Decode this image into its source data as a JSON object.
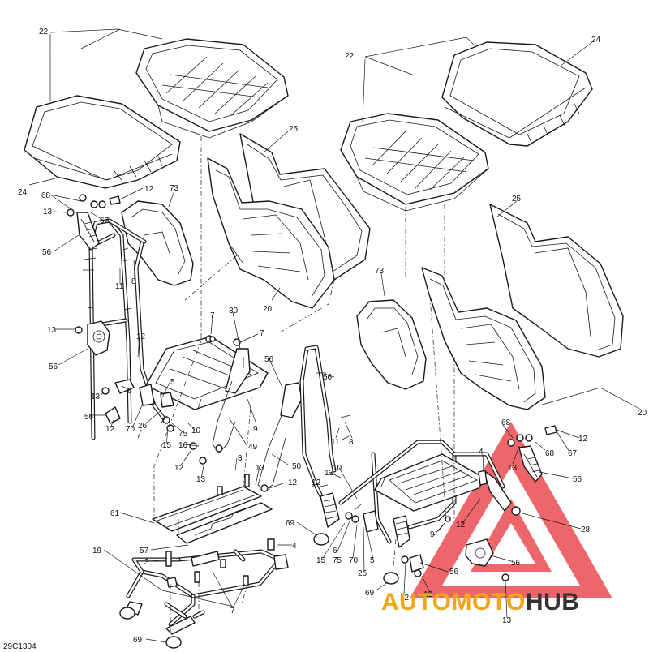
{
  "diagram": {
    "figure_code": "29C1304",
    "watermark": {
      "part1": "AUTOMOTO",
      "part2": "HUB"
    },
    "colors": {
      "line": "#1a1a1a",
      "watermark_red": "#e8343a",
      "watermark_orange": "#f2a516",
      "watermark_dark": "#333333"
    },
    "callouts": {
      "c22a": "22",
      "c22b": "22",
      "c24a": "24",
      "c24b": "24",
      "c25a": "25",
      "c25b": "25",
      "c20a": "20",
      "c20b": "20",
      "c73a": "73",
      "c73b": "73",
      "c68a": "68",
      "c68b": "68",
      "c68c": "68",
      "c67a": "67",
      "c67b": "67",
      "c12a": "12",
      "c12b": "12",
      "c12c": "12",
      "c12d": "12",
      "c12e": "12",
      "c12f": "12",
      "c12g": "12",
      "c12h": "12",
      "c13a": "13",
      "c13b": "13",
      "c13c": "13",
      "c13d": "13",
      "c13e": "13",
      "c13f": "13",
      "c13g": "13",
      "c56a": "56",
      "c56b": "56",
      "c56c": "56",
      "c56d": "56",
      "c56e": "56",
      "c56f": "56",
      "c56g": "56",
      "c11a": "11",
      "c11b": "11",
      "c8a": "8",
      "c8b": "8",
      "c7a": "7",
      "c7b": "7",
      "c7c": "7",
      "c30": "30",
      "c6a": "6",
      "c6b": "6",
      "c5a": "5",
      "c5b": "5",
      "c70a": "70",
      "c70b": "70",
      "c26a": "26",
      "c26b": "26",
      "c75a": "75",
      "c75b": "75",
      "c15a": "15",
      "c15b": "15",
      "c16": "16",
      "c10a": "10",
      "c10b": "10",
      "c9a": "9",
      "c9b": "9",
      "c49": "49",
      "c50": "50",
      "c3a": "3",
      "c3b": "3",
      "c61": "61",
      "c57": "57",
      "c19": "19",
      "c4a": "4",
      "c4b": "4",
      "c69a": "69",
      "c69b": "69",
      "c69c": "69",
      "c28": "28"
    }
  }
}
